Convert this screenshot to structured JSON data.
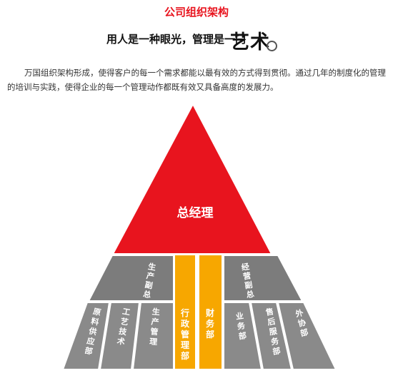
{
  "header": {
    "title": "公司组织架构",
    "slogan_prefix": "用人是一种眼光，管理是一门",
    "slogan_emphasis": "艺术"
  },
  "intro": "万国组织架构形成，使得客户的每一个需求都能以最有效的方式得到贯彻。通过几年的制度化的管理的培训与实践，使得企业的每一个管理动作都既有效又具备高度的发展力。",
  "pyramid": {
    "top": {
      "label": "总经理",
      "color": "#e8141e"
    },
    "middle_left": {
      "label": "生产副总",
      "color": "#7c7c7c"
    },
    "middle_right": {
      "label": "经营副总",
      "color": "#7c7c7c"
    },
    "center_columns": [
      {
        "label": "行政管理部",
        "color": "#f7a700"
      },
      {
        "label": "财务部",
        "color": "#f7a700"
      }
    ],
    "bottom_left": [
      {
        "label": "原料供应部"
      },
      {
        "label": "工艺技术"
      },
      {
        "label": "生产管理"
      }
    ],
    "bottom_right": [
      {
        "label": "业务部"
      },
      {
        "label": "售后服务部"
      },
      {
        "label": "外协部"
      }
    ],
    "department_color": "#8a8a8a"
  }
}
